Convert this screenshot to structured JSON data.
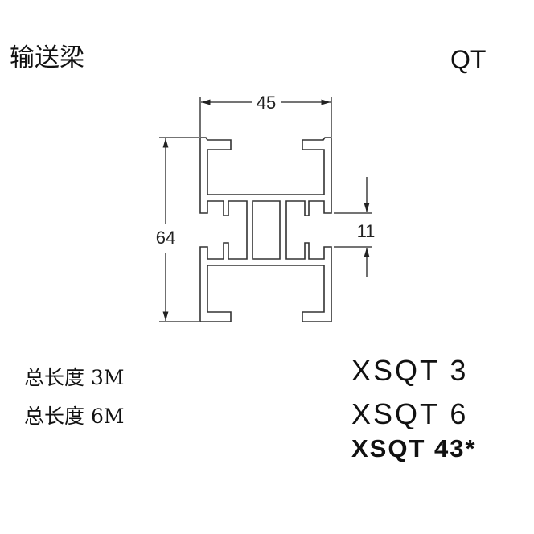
{
  "header": {
    "title": "输送梁",
    "series_code": "QT"
  },
  "drawing": {
    "width_dim": "45",
    "height_dim": "64",
    "slot_dim": "11"
  },
  "lengths": [
    {
      "label": "总长度 3M"
    },
    {
      "label": "总长度 6M"
    }
  ],
  "part_numbers": [
    "XSQT 3",
    "XSQT 6",
    "XSQT 43*"
  ]
}
